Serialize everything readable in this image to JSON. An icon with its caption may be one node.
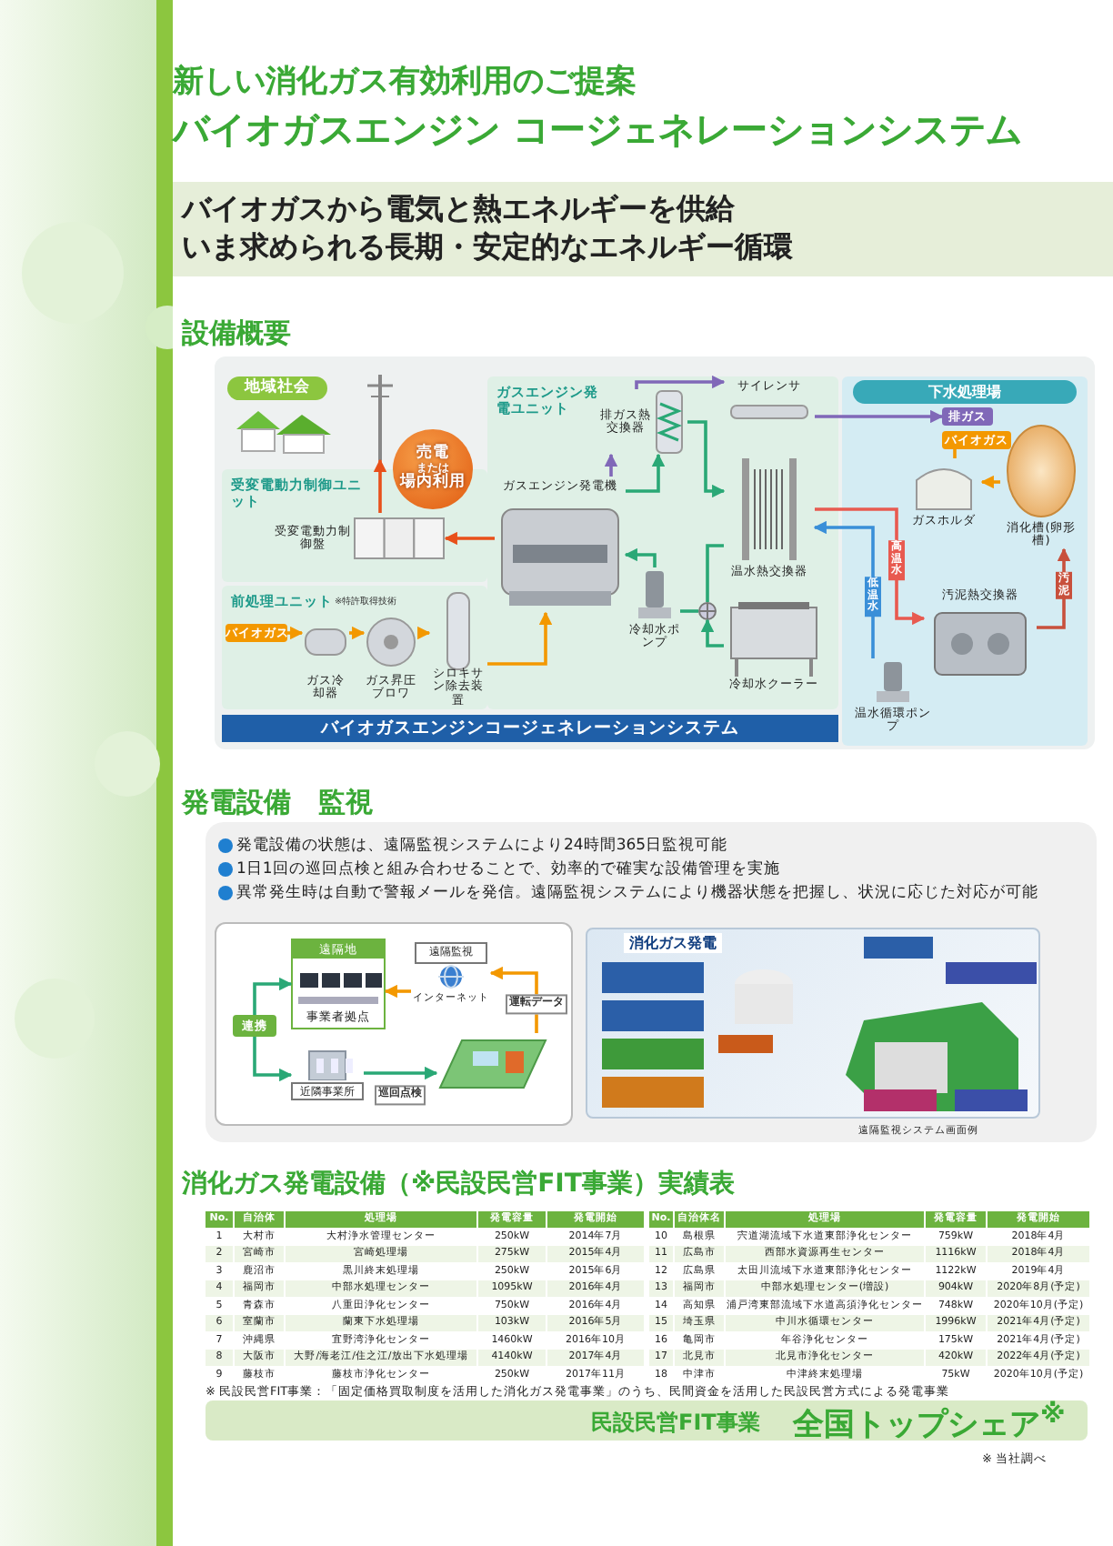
{
  "diagram": {
    "title": "バイオガスエンジン コージェネレーションシステム",
    "nodes": [
      {
        "text": [
          "地域社会"
        ]
      },
      {
        "text": [],
        "shape": "picture"
      },
      {
        "text": [
          "売電",
          "または",
          "場内利用"
        ]
      },
      {
        "text": [
          "受変電動力制御ユニット"
        ]
      },
      {
        "text": [
          "受変電動力制御盤"
        ],
        "in": 3
      },
      {
        "text": [
          "ガスエンジン発電ユニット"
        ]
      },
      {
        "text": [
          "ガスエンジン発電機"
        ],
        "in": 5
      },
      {
        "text": [
          "排ガス熱交換器"
        ],
        "in": 5
      },
      {
        "text": [
          "サイレンサ"
        ],
        "in": 5
      },
      {
        "text": [
          "温水熱交換器"
        ],
        "in": 5
      },
      {
        "text": [],
        "shape": "valve",
        "in": 5
      },
      {
        "text": [
          "冷却水ポンプ"
        ],
        "in": 5
      },
      {
        "text": [
          "冷却水クーラー"
        ],
        "in": 5
      },
      {
        "text": [
          "前処理ユニット",
          "※特許取得技術"
        ]
      },
      {
        "text": [
          "バイオガス"
        ],
        "in": 13
      },
      {
        "text": [
          "ガス冷却器"
        ],
        "in": 13
      },
      {
        "text": [
          "ガス昇圧ブロワ"
        ],
        "in": 13
      },
      {
        "text": [
          "シロキサン除去装置"
        ],
        "in": 13
      },
      {
        "text": [
          "下水処理場"
        ]
      },
      {
        "text": [
          "排ガス"
        ],
        "in": 18
      },
      {
        "text": [
          "バイオガス"
        ],
        "in": 18
      },
      {
        "text": [
          "ガスホルダ"
        ],
        "in": 18
      },
      {
        "text": [
          "消化槽(卵形槽)"
        ],
        "in": 18
      },
      {
        "text": [
          "汚泥熱交換器"
        ],
        "in": 18
      },
      {
        "text": [
          "温水循環ポンプ"
        ],
        "in": 18
      },
      {
        "text": [
          "バイオガスエンジンコージェネレーションシステム"
        ]
      },
      {
        "text": [
          "遠隔地",
          "事業者拠点"
        ]
      },
      {
        "text": [
          "遠隔監視",
          "インターネット"
        ]
      },
      {
        "text": [
          "連携"
        ]
      },
      {
        "text": [
          "近隣事業所"
        ]
      },
      {
        "text": [],
        "shape": "picture"
      },
      {
        "text": [
          "消化ガス発電"
        ],
        "beside": [
          "遠隔監視システム画面例"
        ]
      }
    ],
    "edges": [
      {
        "from": 14,
        "to": 15,
        "arrow": "to",
        "color": "#f39800"
      },
      {
        "from": 15,
        "to": 16,
        "arrow": "to",
        "color": "#f39800"
      },
      {
        "from": 16,
        "to": 17,
        "arrow": "to",
        "color": "#f39800"
      },
      {
        "from": 17,
        "to": 6,
        "arrow": "to",
        "color": "#f39800"
      },
      {
        "from": 6,
        "to": 4,
        "arrow": "to",
        "color": "#e8501a"
      },
      {
        "from": 4,
        "to": 1,
        "arrow": "to",
        "color": "#e8501a"
      },
      {
        "from": 6,
        "to": 7,
        "arrow": "to",
        "color": "#8068b8"
      },
      {
        "from": 7,
        "to": 8,
        "arrow": "to",
        "color": "#8068b8"
      },
      {
        "from": 8,
        "to": 19,
        "arrow": "to",
        "color": "#8068b8"
      },
      {
        "from": 6,
        "to": 7,
        "arrow": "to"
      },
      {
        "from": 7,
        "to": 9,
        "arrow": "to"
      },
      {
        "from": 9,
        "to": 10,
        "arrow": "none"
      },
      {
        "from": 10,
        "to": 11,
        "arrow": "none"
      },
      {
        "from": 11,
        "to": 6,
        "arrow": "to"
      },
      {
        "from": 12,
        "to": 10,
        "arrow": "to"
      },
      {
        "from": 9,
        "to": 23,
        "arrow": "to",
        "label": "高温水",
        "color": "#e85a50"
      },
      {
        "from": 24,
        "to": 9,
        "arrow": "to",
        "label": "低温水",
        "color": "#3a8fd8"
      },
      {
        "from": 23,
        "to": 22,
        "arrow": "to",
        "label": "汚泥",
        "color": "#c8503c"
      },
      {
        "from": 22,
        "to": 21,
        "arrow": "to",
        "color": "#f39800"
      },
      {
        "from": 21,
        "to": 20,
        "arrow": "none",
        "color": "#f39800"
      },
      {
        "from": 28,
        "to": 26,
        "arrow": "to"
      },
      {
        "from": 28,
        "to": 29,
        "arrow": "to"
      },
      {
        "from": 30,
        "to": 27,
        "arrow": "to",
        "label": "運転データ",
        "color": "#f39800"
      },
      {
        "from": 27,
        "to": 26,
        "arrow": "to",
        "color": "#f39800"
      },
      {
        "from": 29,
        "to": 30,
        "arrow": "to",
        "label": "巡回点検"
      }
    ],
    "labels": [
      "新しい消化ガス有効利用のご提案",
      "バイオガスから電気と熱エネルギーを供給",
      "いま求められる長期・安定的なエネルギー循環",
      "設備概要",
      "発電設備　監視",
      "発電設備の状態は、遠隔監視システムにより24時間365日監視可能",
      "1日1回の巡回点検と組み合わせることで、効率的で確実な設備管理を実施",
      "異常発生時は自動で警報メールを発信。遠隔監視システムにより機器状態を把握し、状況に応じた対応が可能",
      "消化ガス発電設備（※民設民営FIT事業）実績表",
      "No.",
      "自治体",
      "処理場",
      "発電容量",
      "発電開始",
      "1",
      "大村市",
      "大村浄水管理センター",
      "250kW",
      "2014年7月",
      "2",
      "宮崎市",
      "宮崎処理場",
      "275kW",
      "2015年4月",
      "3",
      "鹿沼市",
      "黒川終末処理場",
      "250kW",
      "2015年6月",
      "4",
      "福岡市",
      "中部水処理センター",
      "1095kW",
      "2016年4月",
      "5",
      "青森市",
      "八重田浄化センター",
      "750kW",
      "2016年4月",
      "6",
      "室蘭市",
      "蘭東下水処理場",
      "103kW",
      "2016年5月",
      "7",
      "沖縄県",
      "宜野湾浄化センター",
      "1460kW",
      "2016年10月",
      "8",
      "大阪市",
      "大野/海老江/住之江/放出下水処理場",
      "4140kW",
      "2017年4月",
      "9",
      "藤枝市",
      "藤枝市浄化センター",
      "250kW",
      "2017年11月",
      "No.",
      "自治体名",
      "処理場",
      "発電容量",
      "発電開始",
      "10",
      "島根県",
      "宍道湖流域下水道東部浄化センター",
      "759kW",
      "2018年4月",
      "11",
      "広島市",
      "西部水資源再生センター",
      "1116kW",
      "2018年4月",
      "12",
      "広島県",
      "太田川流域下水道東部浄化センター",
      "1122kW",
      "2019年4月",
      "13",
      "福岡市",
      "中部水処理センター(増設)",
      "904kW",
      "2020年8月(予定)",
      "14",
      "高知県",
      "浦戸湾東部流域下水道高須浄化センター",
      "748kW",
      "2020年10月(予定)",
      "15",
      "埼玉県",
      "中川水循環センター",
      "1996kW",
      "2021年4月(予定)",
      "16",
      "亀岡市",
      "年谷浄化センター",
      "175kW",
      "2021年4月(予定)",
      "17",
      "北見市",
      "北見市浄化センター",
      "420kW",
      "2022年4月(予定)",
      "18",
      "中津市",
      "中津終末処理場",
      "75kW",
      "2020年10月(予定)",
      "※ 民設民営FIT事業：「固定価格買取制度を活用した消化ガス発電事業」のうち、民間資金を活用した民設民営方式による発電事業",
      "民設民営FIT事業",
      "全国トップシェア$^{※}$",
      "※ 当社調べ"
    ]
  }
}
